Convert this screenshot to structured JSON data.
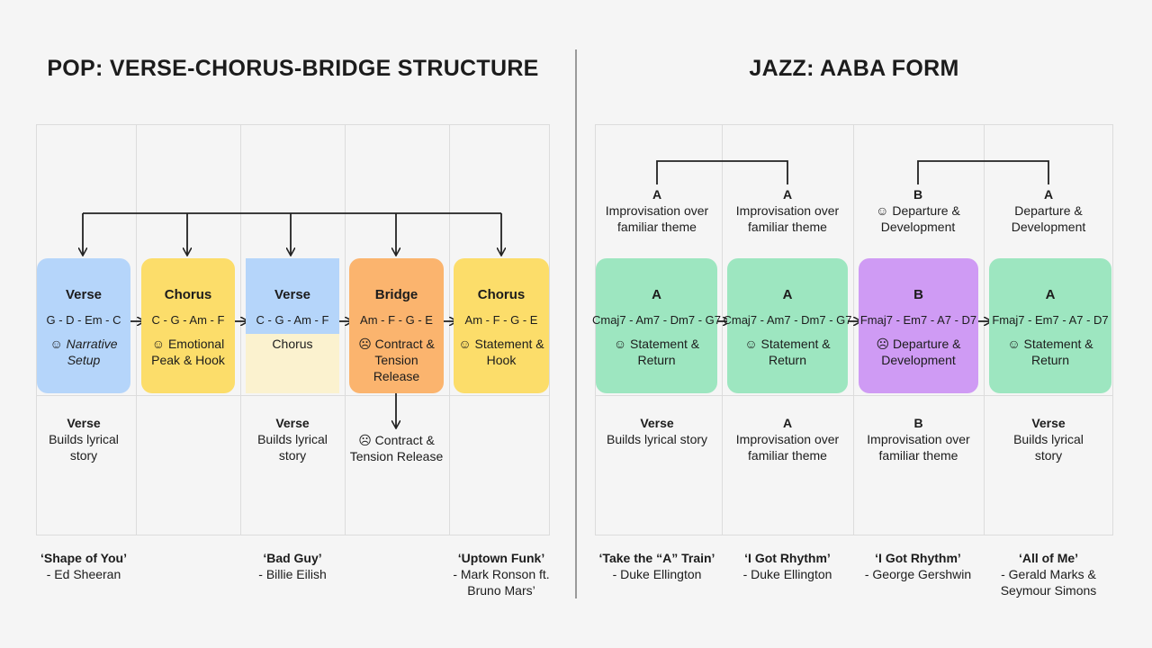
{
  "pop": {
    "title": "POP: VERSE-CHORUS-BRIDGE STRUCTURE",
    "sections": [
      {
        "name": "Verse",
        "chords": "G - D - Em - C",
        "note": "☺ Narrative Setup",
        "color": "#b5d5fa"
      },
      {
        "name": "Chorus",
        "chords": "C - G - Am - F",
        "note": "☺ Emotional Peak & Hook",
        "color": "#fcdd6a"
      },
      {
        "name": "Verse",
        "chords": "C - G - Am - F",
        "note": "Chorus",
        "color_top": "#b5d5fa",
        "color_bottom": "#fbf2cf"
      },
      {
        "name": "Bridge",
        "chords": "Am - F - G - E",
        "note": "☹ Contract & Tension Release",
        "color": "#fbb46e"
      },
      {
        "name": "Chorus",
        "chords": "Am - F - G - E",
        "note": "☺ Statement & Hook",
        "color": "#fcdd6a"
      }
    ],
    "descriptions": [
      {
        "heading": "Verse",
        "text": "Builds lyrical story"
      },
      {
        "heading": "Verse",
        "text": "Builds lyrical story"
      },
      {
        "heading": "",
        "text": "☹ Contract & Tension Release"
      }
    ],
    "songs": [
      {
        "title": "‘Shape of You’",
        "artist": "- Ed Sheeran"
      },
      {
        "title": "‘Bad Guy’",
        "artist": "- Billie Eilish"
      },
      {
        "title": "‘Uptown Funk’",
        "artist": "- Mark Ronson ft. Bruno Mars’"
      }
    ]
  },
  "jazz": {
    "title": "JAZZ: AABA FORM",
    "top_labels": [
      {
        "heading": "A",
        "text": "Improvisation over familiar theme"
      },
      {
        "heading": "A",
        "text": "Improvisation over familiar theme"
      },
      {
        "heading": "B",
        "text": "☺ Departure & Development"
      },
      {
        "heading": "A",
        "text": "Departure & Development"
      }
    ],
    "sections": [
      {
        "name": "A",
        "chords": "Cmaj7 - Am7 - Dm7 - G7",
        "note": "☺ Statement & Return",
        "color": "#9de6c0"
      },
      {
        "name": "A",
        "chords": "Cmaj7 - Am7 - Dm7 - G7",
        "note": "☺ Statement & Return",
        "color": "#9de6c0"
      },
      {
        "name": "B",
        "chords": "Fmaj7 - Em7 - A7 - D7",
        "note": "☹ Departure & Development",
        "color": "#cf9bf4"
      },
      {
        "name": "A",
        "chords": "Fmaj7 - Em7 - A7 - D7",
        "note": "☺ Statement & Return",
        "color": "#9de6c0"
      }
    ],
    "descriptions": [
      {
        "heading": "Verse",
        "text": "Builds lyrical story"
      },
      {
        "heading": "A",
        "text": "Improvisation over familiar theme"
      },
      {
        "heading": "B",
        "text": "Improvisation over familiar theme"
      },
      {
        "heading": "Verse",
        "text": "Builds lyrical story"
      }
    ],
    "songs": [
      {
        "title": "‘Take the “A” Train’",
        "artist": "- Duke Ellington"
      },
      {
        "title": "‘I Got Rhythm’",
        "artist": "- Duke Ellington"
      },
      {
        "title": "‘I Got Rhythm’",
        "artist": "- George Gershwin"
      },
      {
        "title": "‘All of Me’",
        "artist": "- Gerald Marks & Seymour Simons"
      }
    ]
  }
}
